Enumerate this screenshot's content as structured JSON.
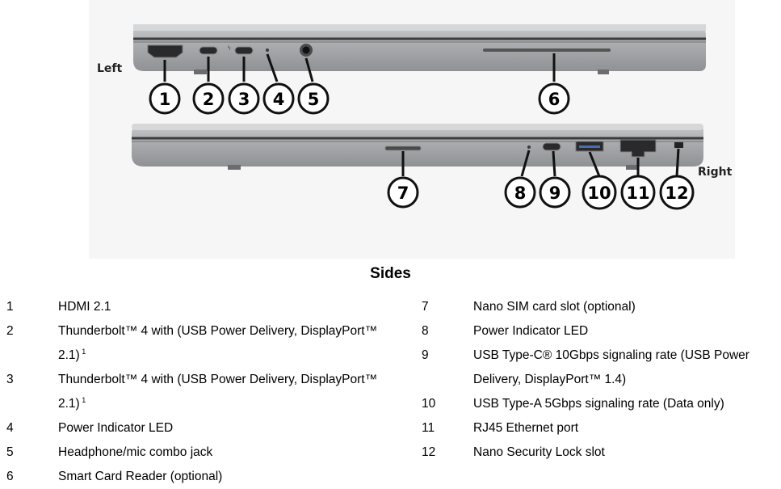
{
  "figure": {
    "left_label": "Left",
    "right_label": "Right",
    "callouts": [
      "1",
      "2",
      "3",
      "4",
      "5",
      "6",
      "7",
      "8",
      "9",
      "10",
      "11",
      "12"
    ]
  },
  "title": "Sides",
  "left_items": [
    {
      "num": "1",
      "text": "HDMI 2.1",
      "sup": ""
    },
    {
      "num": "2",
      "text": "Thunderbolt™ 4 with (USB Power Delivery, DisplayPort™ 2.1)",
      "sup": "1"
    },
    {
      "num": "3",
      "text": "Thunderbolt™ 4 with (USB Power Delivery, DisplayPort™ 2.1)",
      "sup": "1"
    },
    {
      "num": "4",
      "text": "Power Indicator LED",
      "sup": ""
    },
    {
      "num": "5",
      "text": "Headphone/mic combo jack",
      "sup": ""
    },
    {
      "num": "6",
      "text": "Smart Card Reader (optional)",
      "sup": ""
    }
  ],
  "right_items": [
    {
      "num": "7",
      "text": "Nano SIM card slot (optional)",
      "sup": ""
    },
    {
      "num": "8",
      "text": "Power Indicator LED",
      "sup": ""
    },
    {
      "num": "9",
      "text": "USB Type-C® 10Gbps signaling rate (USB Power Delivery, DisplayPort™ 1.4)",
      "sup": ""
    },
    {
      "num": "10",
      "text": "USB Type-A 5Gbps signaling rate (Data only)",
      "sup": ""
    },
    {
      "num": "11",
      "text": "RJ45 Ethernet port",
      "sup": ""
    },
    {
      "num": "12",
      "text": "Nano Security Lock slot",
      "sup": ""
    }
  ]
}
